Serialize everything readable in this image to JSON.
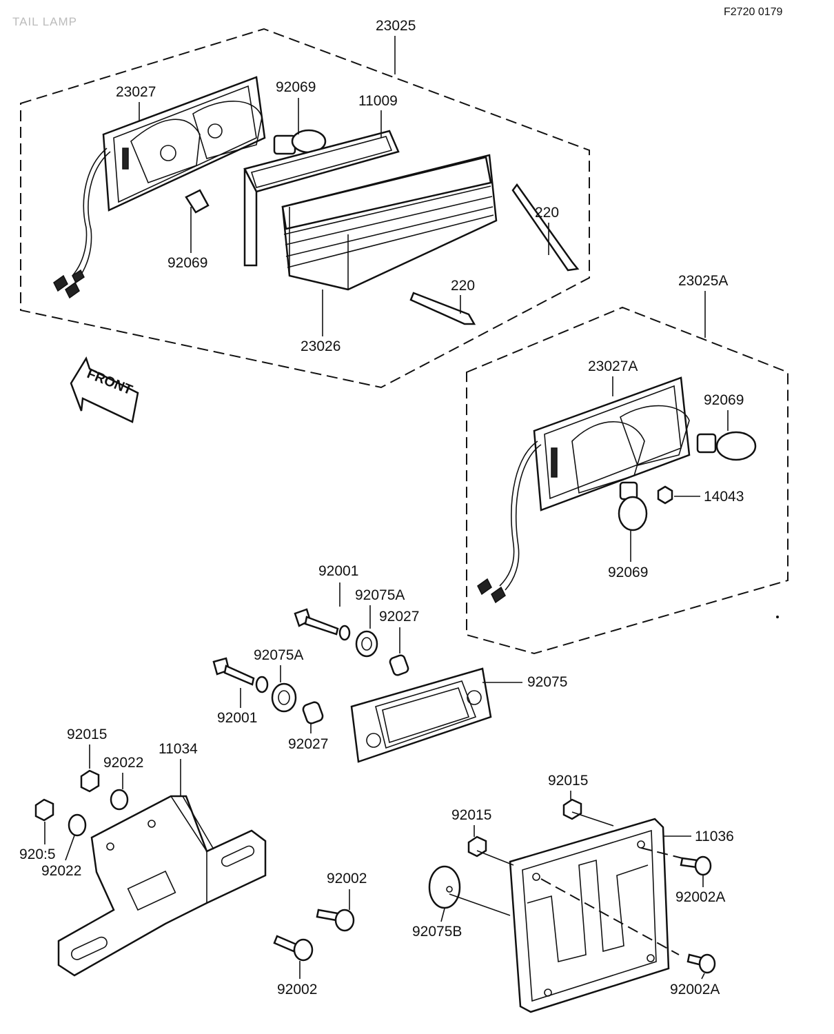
{
  "header": {
    "title": "TAIL LAMP",
    "ref_code": "F2720 0179"
  },
  "front_arrow": {
    "label": "FRONT"
  },
  "parts": {
    "p23025": "23025",
    "p23027": "23027",
    "p92069_top": "92069",
    "p11009": "11009",
    "p92069_mid": "92069",
    "p220_a": "220",
    "p220_b": "220",
    "p23026": "23026",
    "p23025A": "23025A",
    "p23027A": "23027A",
    "p92069_b1": "92069",
    "p14043": "14043",
    "p92069_b2": "92069",
    "p92001_top": "92001",
    "p92075A_top": "92075A",
    "p92027_top": "92027",
    "p92075A_mid": "92075A",
    "p92075": "92075",
    "p92001_bot": "92001",
    "p92027_bot": "92027",
    "p92015_a": "92015",
    "p92022_a": "92022",
    "p11034": "11034",
    "p92015_b": "920:5",
    "p92022_b": "92022",
    "p92002_a": "92002",
    "p92002_b": "92002",
    "p92015_c": "92015",
    "p92015_d": "92015",
    "p11036": "11036",
    "p92002A_a": "92002A",
    "p92075B": "92075B",
    "p92002A_b": "92002A"
  }
}
